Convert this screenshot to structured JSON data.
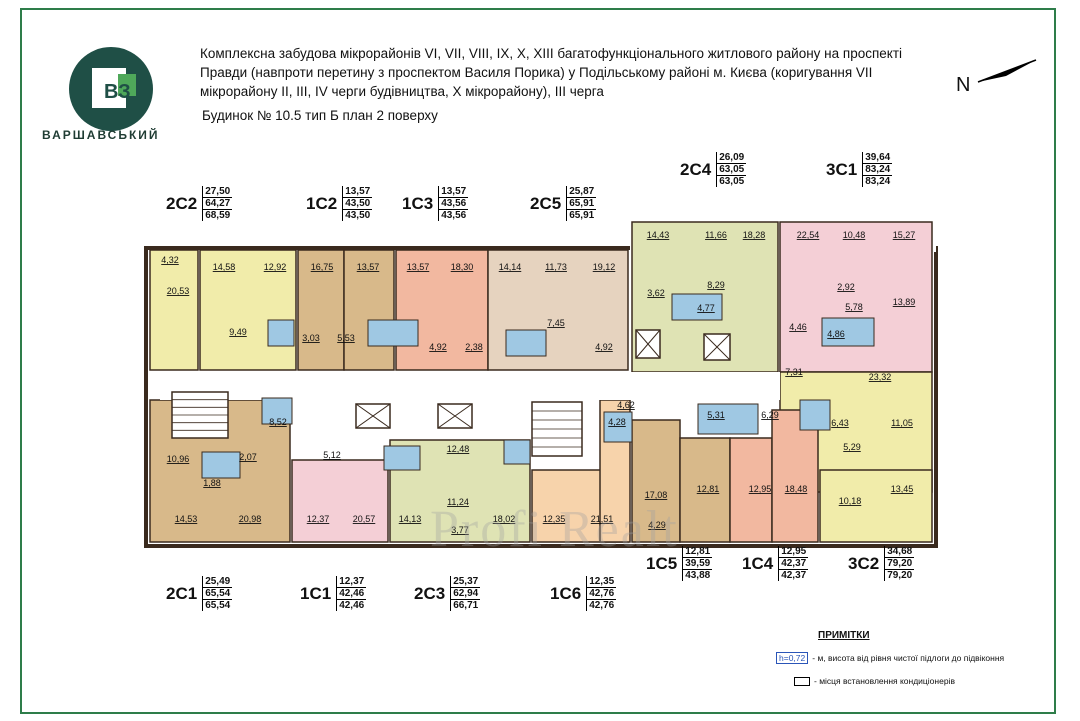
{
  "header": {
    "title": "Комплексна забудова мікрорайонів VI, VII, VIII, IX, X, XIII багатофункціонального житлового району на проспекті Правди (навпроти перетину з проспектом Василя Порика) у Подільському районі м. Києва (коригування VII мікрорайону II, III, IV черги будівництва, X мікрорайону), III черга",
    "subtitle": "Будинок № 10.5   тип Б   план 2 поверху",
    "brand": "ВАРШАВСЬКИЙ",
    "logo_letters": "ВЗ",
    "north": "N"
  },
  "colors": {
    "frame": "#2e7d4a",
    "logo_bg": "#1f4f46",
    "wall": "#3a2a1e",
    "corridor": "#ffffff",
    "yellow": "#f1ecaa",
    "tan": "#d8b98a",
    "salmon": "#f2b8a0",
    "peach": "#f7d3ab",
    "olive": "#dfe3b4",
    "pink": "#f4cfd6",
    "beige": "#e6d3bf",
    "bath": "#9fc8e3",
    "green": "#cfe0a6"
  },
  "apartments": [
    {
      "name": "2С2",
      "areas": [
        "27,50",
        "64,27",
        "68,59"
      ]
    },
    {
      "name": "1С2",
      "areas": [
        "13,57",
        "43,50",
        "43,50"
      ]
    },
    {
      "name": "1С3",
      "areas": [
        "13,57",
        "43,56",
        "43,56"
      ]
    },
    {
      "name": "2С5",
      "areas": [
        "25,87",
        "65,91",
        "65,91"
      ]
    },
    {
      "name": "2С4",
      "areas": [
        "26,09",
        "63,05",
        "63,05"
      ]
    },
    {
      "name": "3С1",
      "areas": [
        "39,64",
        "83,24",
        "83,24"
      ]
    },
    {
      "name": "2С1",
      "areas": [
        "25,49",
        "65,54",
        "65,54"
      ]
    },
    {
      "name": "1С1",
      "areas": [
        "12,37",
        "42,46",
        "42,46"
      ]
    },
    {
      "name": "2С3",
      "areas": [
        "25,37",
        "62,94",
        "66,71"
      ]
    },
    {
      "name": "1С6",
      "areas": [
        "12,35",
        "42,76",
        "42,76"
      ]
    },
    {
      "name": "1С5",
      "areas": [
        "12,81",
        "39,59",
        "43,88"
      ]
    },
    {
      "name": "1С4",
      "areas": [
        "12,95",
        "42,37",
        "42,37"
      ]
    },
    {
      "name": "3С2",
      "areas": [
        "34,68",
        "79,20",
        "79,20"
      ]
    }
  ],
  "rooms": [
    "4,32",
    "14,58",
    "12,92",
    "20,53",
    "9,49",
    "16,75",
    "13,57",
    "3,03",
    "5,53",
    "13,57",
    "18,30",
    "4,92",
    "2,38",
    "14,14",
    "11,73",
    "19,12",
    "7,45",
    "4,92",
    "14,43",
    "11,66",
    "18,28",
    "3,62",
    "8,29",
    "4,77",
    "22,54",
    "10,48",
    "15,27",
    "2,92",
    "5,78",
    "13,89",
    "4,46",
    "4,86",
    "23,32",
    "7,31",
    "11,05",
    "6,43",
    "5,29",
    "10,18",
    "13,45",
    "10,96",
    "1,88",
    "14,53",
    "20,98",
    "8,52",
    "2,07",
    "12,37",
    "20,57",
    "14,13",
    "11,24",
    "3,77",
    "18,02",
    "12,48",
    "12,35",
    "21,51",
    "4,62",
    "4,28",
    "17,08",
    "4,29",
    "12,81",
    "5,31",
    "12,95",
    "18,48",
    "6,29",
    "5,12"
  ],
  "legend": {
    "title": "ПРИМІТКИ",
    "h_sample": "h=0,72",
    "h_note": "- м, висота від рівня чистої підлоги до підвіконня",
    "ac_note": "- місця встановлення кондиціонерів"
  },
  "watermark": "Profi Realt"
}
